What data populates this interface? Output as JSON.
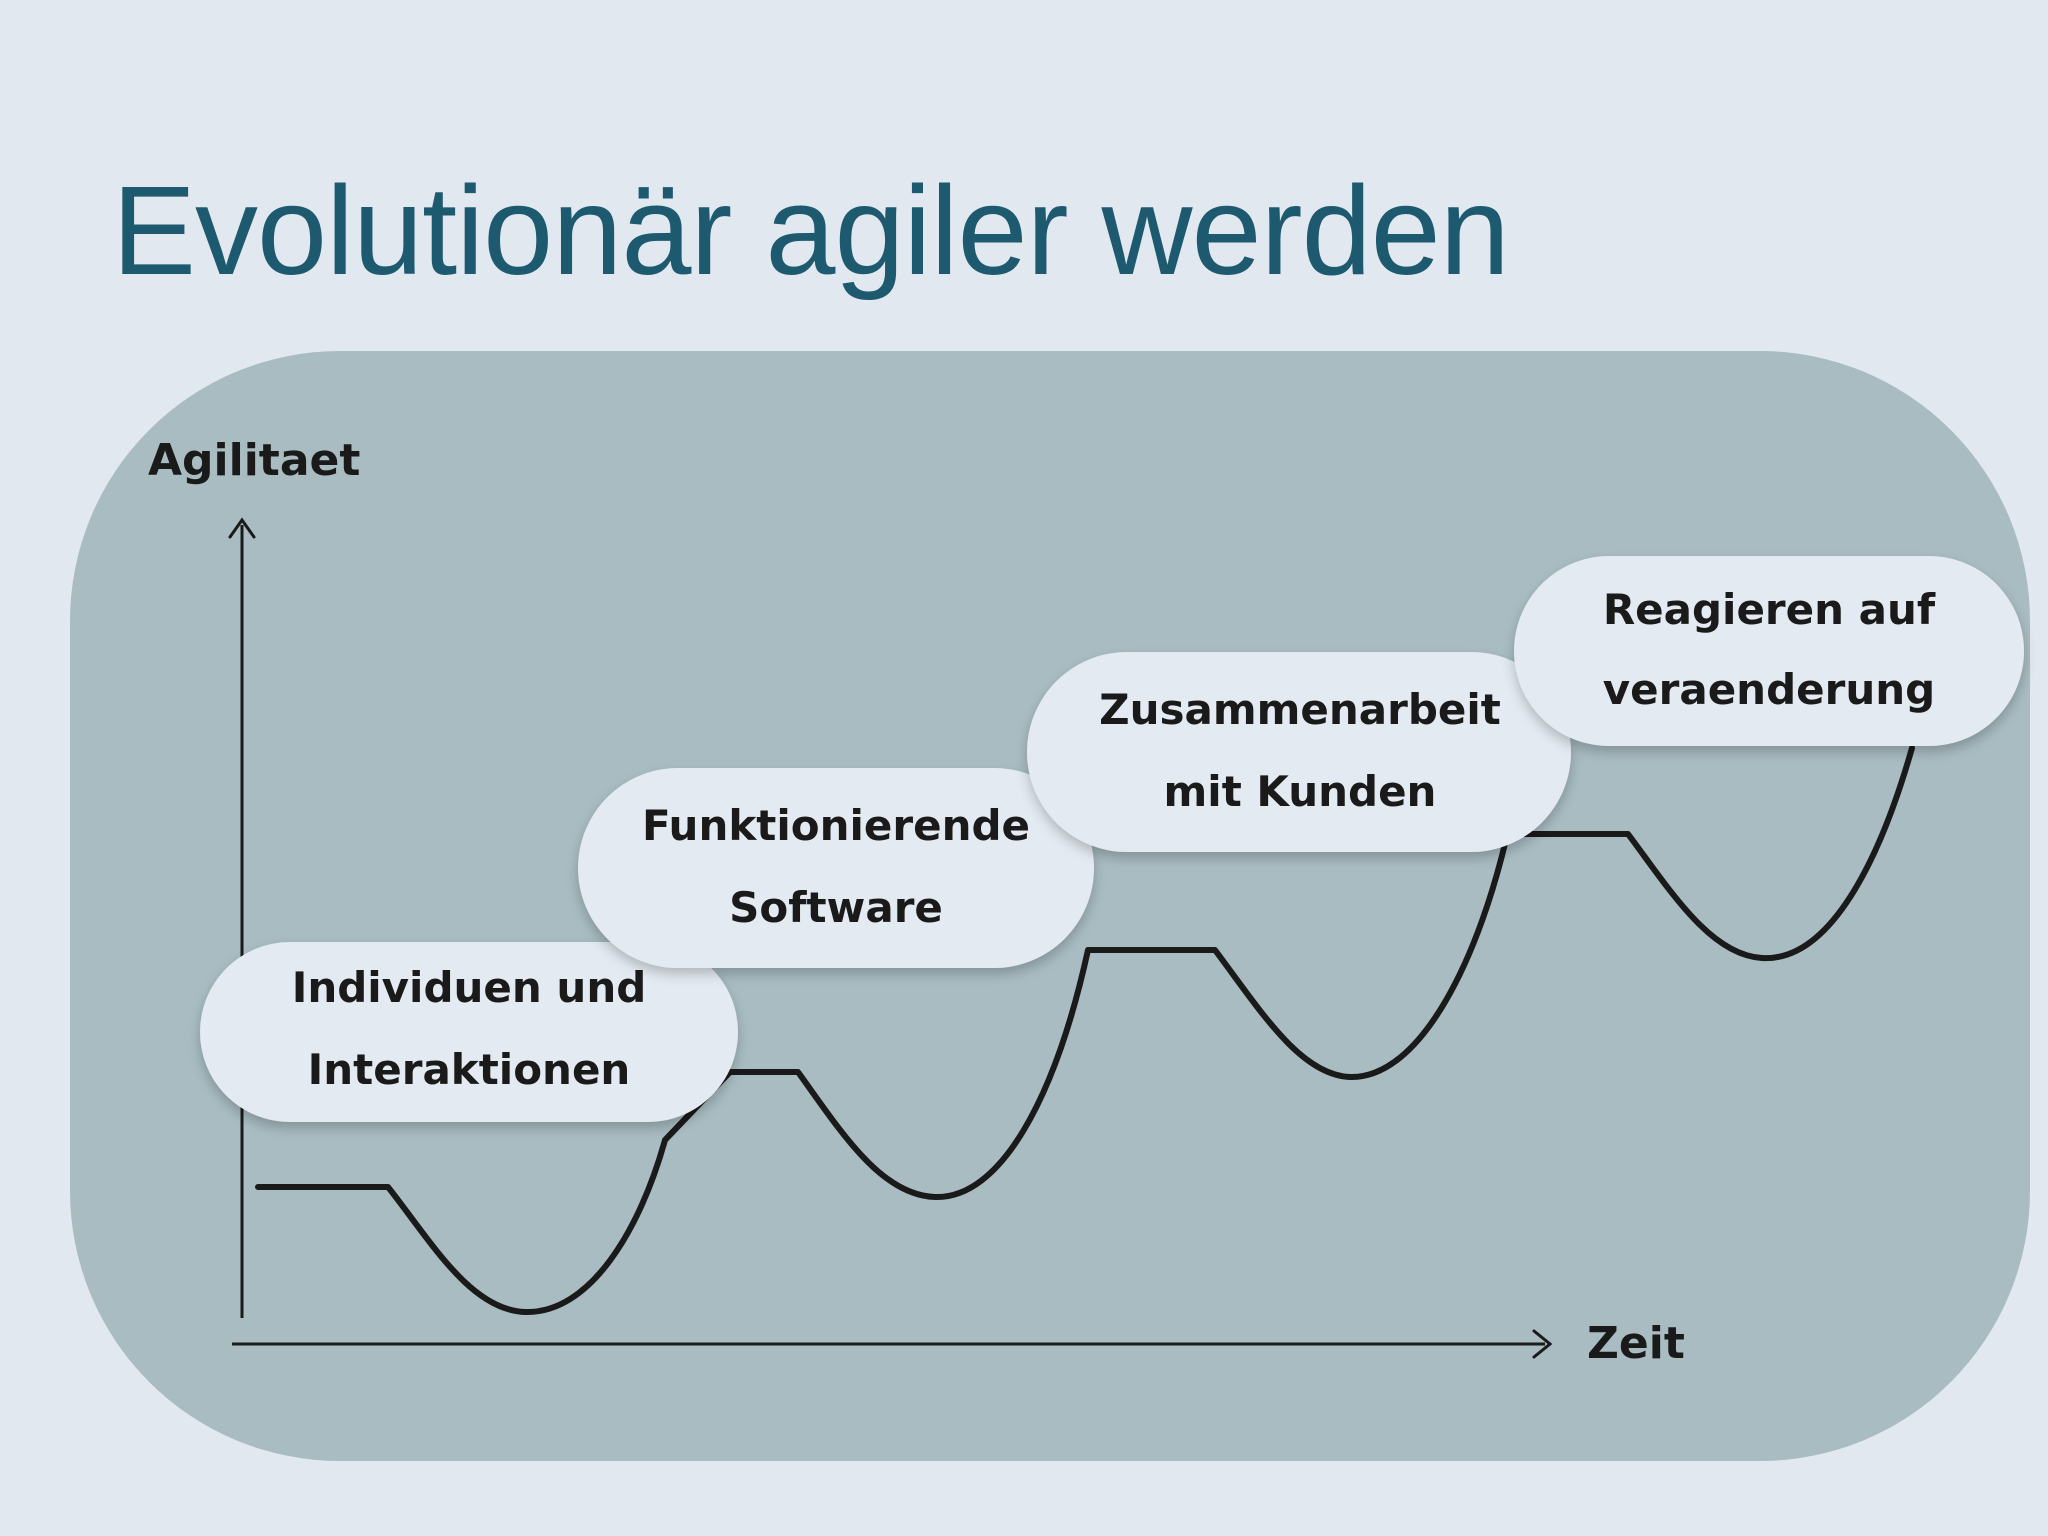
{
  "slide": {
    "title": "Evolutionär agiler werden"
  },
  "diagram": {
    "y_axis_label": "Agilitaet",
    "x_axis_label": "Zeit",
    "bubbles": [
      {
        "line1": "Individuen und",
        "line2": "Interaktionen"
      },
      {
        "line1": "Funktionierende",
        "line2": "Software"
      },
      {
        "line1": "Zusammenarbeit",
        "line2": "mit Kunden"
      },
      {
        "line1": "Reagieren auf",
        "line2": "veraenderung"
      }
    ]
  },
  "colors": {
    "background": "#e2e8ef",
    "title": "#1e5a6f",
    "panel": "#a8bcc2",
    "bubble": "#e3eaf1",
    "ink": "#1a1a1a"
  }
}
